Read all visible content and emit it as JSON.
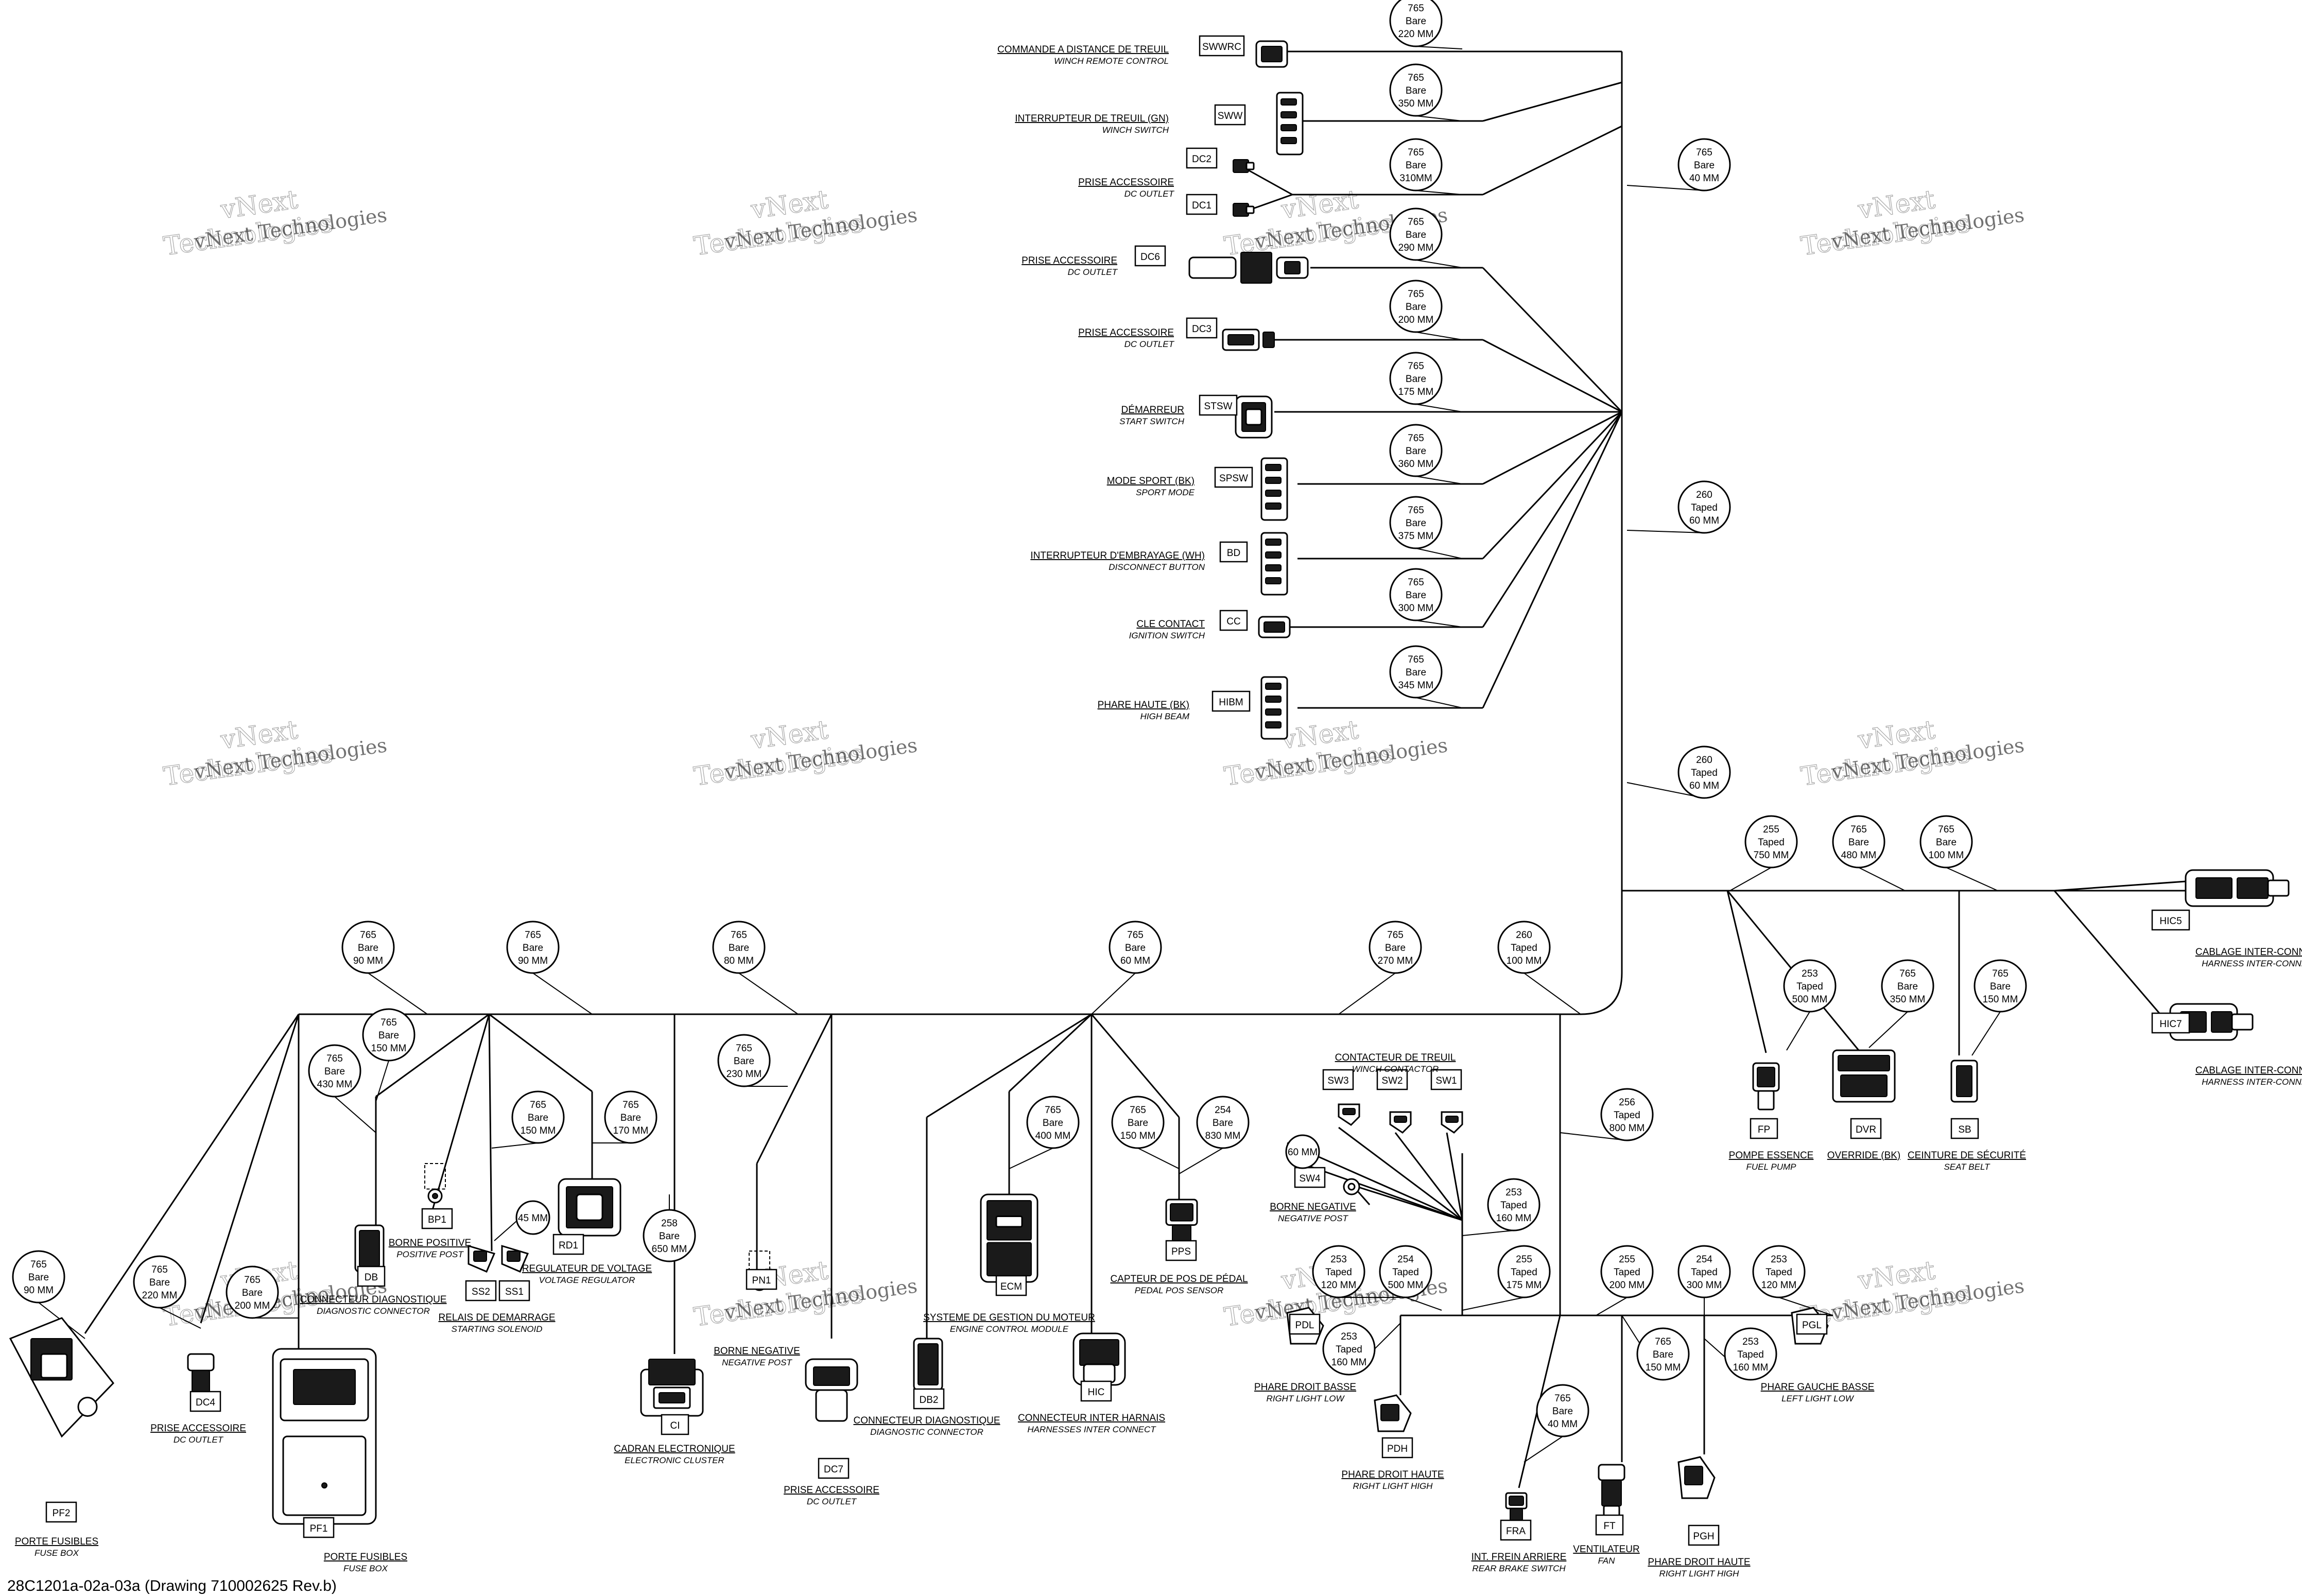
{
  "footer": {
    "caption": "28C1201a-02a-03a (Drawing 710002625 Rev.b)"
  },
  "watermark": {
    "line1": "vNext",
    "line2": "Technologies",
    "full": "vNext Technologies"
  },
  "segments": [
    {
      "l1": "765",
      "l2": "Bare",
      "l3": "220 MM"
    },
    {
      "l1": "765",
      "l2": "Bare",
      "l3": "350 MM"
    },
    {
      "l1": "765",
      "l2": "Bare",
      "l3": "40 MM"
    },
    {
      "l1": "765",
      "l2": "Bare",
      "l3": "310MM"
    },
    {
      "l1": "765",
      "l2": "Bare",
      "l3": "290 MM"
    },
    {
      "l1": "765",
      "l2": "Bare",
      "l3": "200 MM"
    },
    {
      "l1": "765",
      "l2": "Bare",
      "l3": "175 MM"
    },
    {
      "l1": "765",
      "l2": "Bare",
      "l3": "360 MM"
    },
    {
      "l1": "260",
      "l2": "Taped",
      "l3": "60 MM"
    },
    {
      "l1": "765",
      "l2": "Bare",
      "l3": "375 MM"
    },
    {
      "l1": "765",
      "l2": "Bare",
      "l3": "300 MM"
    },
    {
      "l1": "765",
      "l2": "Bare",
      "l3": "345 MM"
    },
    {
      "l1": "260",
      "l2": "Taped",
      "l3": "60 MM"
    },
    {
      "l1": "255",
      "l2": "Taped",
      "l3": "750 MM"
    },
    {
      "l1": "765",
      "l2": "Bare",
      "l3": "480 MM"
    },
    {
      "l1": "765",
      "l2": "Bare",
      "l3": "100 MM"
    },
    {
      "l1": "253",
      "l2": "Taped",
      "l3": "500 MM"
    },
    {
      "l1": "765",
      "l2": "Bare",
      "l3": "350 MM"
    },
    {
      "l1": "765",
      "l2": "Bare",
      "l3": "150 MM"
    },
    {
      "l1": "765",
      "l2": "Bare",
      "l3": "90 MM"
    },
    {
      "l1": "765",
      "l2": "Bare",
      "l3": "90 MM"
    },
    {
      "l1": "765",
      "l2": "Bare",
      "l3": "80 MM"
    },
    {
      "l1": "765",
      "l2": "Bare",
      "l3": "60 MM"
    },
    {
      "l1": "765",
      "l2": "Bare",
      "l3": "270 MM"
    },
    {
      "l1": "260",
      "l2": "Taped",
      "l3": "100 MM"
    },
    {
      "l1": "765",
      "l2": "Bare",
      "l3": "150 MM"
    },
    {
      "l1": "765",
      "l2": "Bare",
      "l3": "430 MM"
    },
    {
      "l1": "765",
      "l2": "Bare",
      "l3": "150 MM"
    },
    {
      "l1": "765",
      "l2": "Bare",
      "l3": "170 MM"
    },
    {
      "l1": "258",
      "l2": "Bare",
      "l3": "650 MM"
    },
    {
      "l1": "765",
      "l2": "Bare",
      "l3": "230 MM"
    },
    {
      "l1": "765",
      "l2": "Bare",
      "l3": "400 MM"
    },
    {
      "l1": "765",
      "l2": "Bare",
      "l3": "150 MM"
    },
    {
      "l1": "254",
      "l2": "Bare",
      "l3": "830 MM"
    },
    {
      "l1": "256",
      "l2": "Taped",
      "l3": "800 MM"
    },
    {
      "l1": "253",
      "l2": "Taped",
      "l3": "160 MM"
    },
    {
      "l1": "765",
      "l2": "Bare",
      "l3": "90 MM"
    },
    {
      "l1": "765",
      "l2": "Bare",
      "l3": "220 MM"
    },
    {
      "l1": "765",
      "l2": "Bare",
      "l3": "200 MM"
    },
    {
      "l1": "253",
      "l2": "Taped",
      "l3": "120 MM"
    },
    {
      "l1": "254",
      "l2": "Taped",
      "l3": "500 MM"
    },
    {
      "l1": "255",
      "l2": "Taped",
      "l3": "175 MM"
    },
    {
      "l1": "253",
      "l2": "Taped",
      "l3": "160 MM"
    },
    {
      "l1": "255",
      "l2": "Taped",
      "l3": "200 MM"
    },
    {
      "l1": "254",
      "l2": "Taped",
      "l3": "300 MM"
    },
    {
      "l1": "253",
      "l2": "Taped",
      "l3": "120 MM"
    },
    {
      "l1": "765",
      "l2": "Bare",
      "l3": "150 MM"
    },
    {
      "l1": "253",
      "l2": "Taped",
      "l3": "160 MM"
    },
    {
      "l1": "765",
      "l2": "Bare",
      "l3": "40 MM"
    }
  ],
  "dims": {
    "d45": "45 MM",
    "d60": "60 MM"
  },
  "connectors": {
    "SWWRC": {
      "code": "SWWRC",
      "fr": "COMMANDE A DISTANCE DE TREUIL",
      "en": "WINCH REMOTE CONTROL"
    },
    "SWW": {
      "code": "SWW",
      "fr": "INTERRUPTEUR DE TREUIL (GN)",
      "en": "WINCH SWITCH"
    },
    "DC2": {
      "code": "DC2",
      "fr": "PRISE ACCESSOIRE",
      "en": "DC OUTLET"
    },
    "DC1": {
      "code": "DC1"
    },
    "DC6": {
      "code": "DC6",
      "fr": "PRISE ACCESSOIRE",
      "en": "DC OUTLET"
    },
    "DC3": {
      "code": "DC3",
      "fr": "PRISE ACCESSOIRE",
      "en": "DC OUTLET"
    },
    "STSW": {
      "code": "STSW",
      "fr": "DÉMARREUR",
      "en": "START SWITCH"
    },
    "SPSW": {
      "code": "SPSW",
      "fr": "MODE SPORT (BK)",
      "en": "SPORT MODE"
    },
    "BD": {
      "code": "BD",
      "fr": "INTERRUPTEUR D'EMBRAYAGE (WH)",
      "en": "DISCONNECT BUTTON"
    },
    "CC": {
      "code": "CC",
      "fr": "CLE CONTACT",
      "en": "IGNITION SWITCH"
    },
    "HIBM": {
      "code": "HIBM",
      "fr": "PHARE HAUTE (BK)",
      "en": "HIGH BEAM"
    },
    "HIC5": {
      "code": "HIC5",
      "fr": "CABLAGE INTER-CONNECT",
      "en": "HARNESS INTER-CONNECT"
    },
    "HIC7": {
      "code": "HIC7",
      "fr": "CABLAGE INTER-CONNECT",
      "en": "HARNESS INTER-CONNECT"
    },
    "FP": {
      "code": "FP",
      "fr": "POMPE ESSENCE",
      "en": "FUEL PUMP"
    },
    "DVR": {
      "code": "DVR",
      "fr": "OVERRIDE (BK)"
    },
    "SB": {
      "code": "SB",
      "fr": "CEINTURE DE SÉCURITÉ",
      "en": "SEAT BELT"
    },
    "SW3": {
      "code": "SW3"
    },
    "SW2": {
      "code": "SW2"
    },
    "SW1": {
      "code": "SW1",
      "fr": "CONTACTEUR DE TREUIL",
      "en": "WINCH CONTACTOR"
    },
    "SW4": {
      "code": "SW4",
      "fr": "BORNE NEGATIVE",
      "en": "NEGATIVE POST"
    },
    "PDL": {
      "code": "PDL",
      "fr": "PHARE DROIT BASSE",
      "en": "RIGHT LIGHT LOW"
    },
    "PDH": {
      "code": "PDH",
      "fr": "PHARE DROIT HAUTE",
      "en": "RIGHT LIGHT HIGH"
    },
    "FRA": {
      "code": "FRA",
      "fr": "INT. FREIN ARRIERE",
      "en": "REAR BRAKE SWITCH"
    },
    "FT": {
      "code": "FT",
      "fr": "VENTILATEUR",
      "en": "FAN"
    },
    "PGH": {
      "code": "PGH",
      "fr": "PHARE DROIT HAUTE",
      "en": "RIGHT LIGHT HIGH"
    },
    "PGL": {
      "code": "PGL",
      "fr": "PHARE GAUCHE BASSE",
      "en": "LEFT LIGHT LOW"
    },
    "PF2": {
      "code": "PF2",
      "fr": "PORTE FUSIBLES",
      "en": "FUSE BOX"
    },
    "DC4": {
      "code": "DC4",
      "fr": "PRISE ACCESSOIRE",
      "en": "DC OUTLET"
    },
    "PF1": {
      "code": "PF1",
      "fr": "PORTE FUSIBLES",
      "en": "FUSE BOX"
    },
    "DB": {
      "code": "DB",
      "fr": "CONNECTEUR DIAGNOSTIQUE",
      "en": "DIAGNOSTIC CONNECTOR"
    },
    "BP1": {
      "code": "BP1",
      "fr": "BORNE POSITIVE",
      "en": "POSITIVE POST"
    },
    "SS2": {
      "code": "SS2"
    },
    "SS1": {
      "code": "SS1",
      "fr": "RELAIS DE DEMARRAGE",
      "en": "STARTING SOLENOID"
    },
    "RD1": {
      "code": "RD1",
      "fr": "REGULATEUR DE VOLTAGE",
      "en": "VOLTAGE REGULATOR"
    },
    "CI": {
      "code": "CI",
      "fr": "CADRAN ELECTRONIQUE",
      "en": "ELECTRONIC CLUSTER"
    },
    "PN1": {
      "code": "PN1",
      "fr": "BORNE NEGATIVE",
      "en": "NEGATIVE POST"
    },
    "DC7": {
      "code": "DC7",
      "fr": "PRISE ACCESSOIRE",
      "en": "DC OUTLET"
    },
    "DB2": {
      "code": "DB2",
      "fr": "CONNECTEUR DIAGNOSTIQUE",
      "en": "DIAGNOSTIC CONNECTOR"
    },
    "ECM": {
      "code": "ECM",
      "fr": "SYSTEME DE GESTION DU MOTEUR",
      "en": "ENGINE CONTROL MODULE"
    },
    "HIC": {
      "code": "HIC",
      "fr": "CONNECTEUR INTER HARNAIS",
      "en": "HARNESSES INTER CONNECT"
    },
    "PPS": {
      "code": "PPS",
      "fr": "CAPTEUR DE POS DE PÉDAL",
      "en": "PEDAL POS SENSOR"
    }
  }
}
